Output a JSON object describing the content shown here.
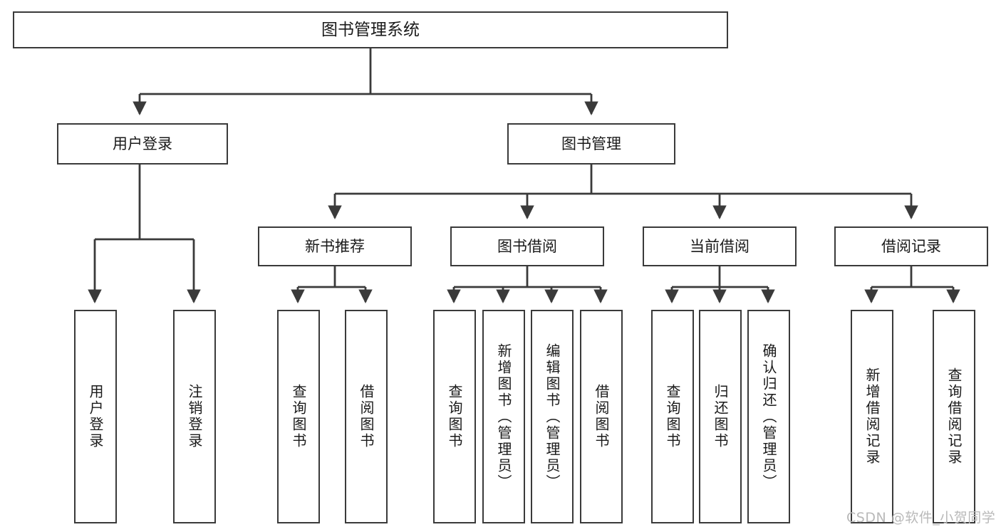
{
  "diagram": {
    "title": "图书管理系统",
    "watermark": "CSDN @软件_小贺同学",
    "line_color": "#3a3a3a",
    "background_color": "#ffffff",
    "text_color": "#1a1a1a",
    "watermark_color": "#b9b9b9",
    "root": {
      "label": "图书管理系统"
    },
    "level2": [
      {
        "label": "用户登录"
      },
      {
        "label": "图书管理"
      }
    ],
    "level3": [
      {
        "label": "新书推荐"
      },
      {
        "label": "图书借阅"
      },
      {
        "label": "当前借阅"
      },
      {
        "label": "借阅记录"
      }
    ],
    "leaves": {
      "user_login": [
        {
          "label": "用户登录"
        },
        {
          "label": "注销登录"
        }
      ],
      "new_book_recommend": [
        {
          "label": "查询图书"
        },
        {
          "label": "借阅图书"
        }
      ],
      "book_borrow": [
        {
          "label": "查询图书"
        },
        {
          "label": "新增图书（管理员）"
        },
        {
          "label": "编辑图书（管理员）"
        },
        {
          "label": "借阅图书"
        }
      ],
      "current_borrow": [
        {
          "label": "查询图书"
        },
        {
          "label": "归还图书"
        },
        {
          "label": "确认归还（管理员）"
        }
      ],
      "borrow_record": [
        {
          "label": "新增借阅记录"
        },
        {
          "label": "查询借阅记录"
        }
      ]
    }
  }
}
